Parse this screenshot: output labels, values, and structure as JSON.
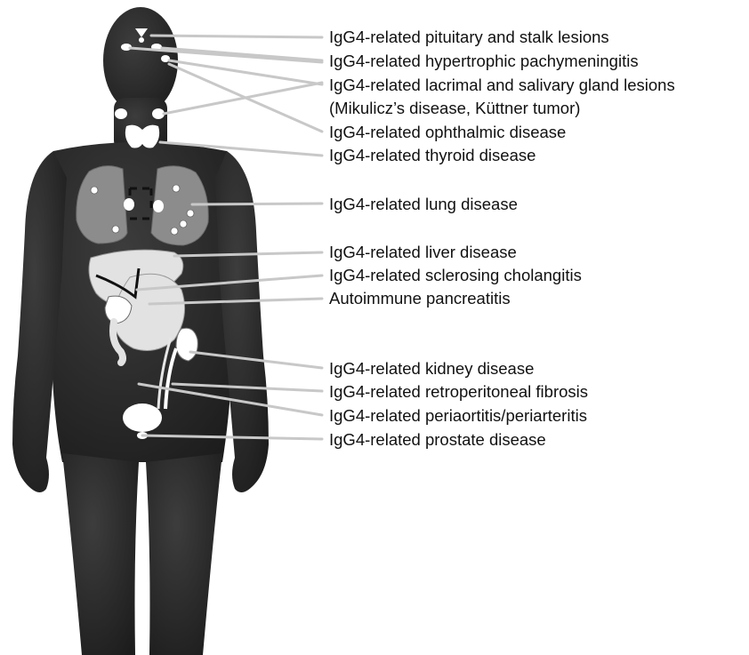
{
  "labels": [
    "IgG4-related pituitary and stalk lesions",
    "IgG4-related hypertrophic pachymeningitis",
    "IgG4-related lacrimal and salivary gland lesions",
    "(Mikulicz’s disease, Küttner tumor)",
    "IgG4-related ophthalmic disease",
    "IgG4-related thyroid disease",
    "IgG4-related lung disease",
    "IgG4-related liver disease",
    "IgG4-related sclerosing cholangitis",
    "Autoimmune pancreatitis",
    "IgG4-related kidney disease",
    "IgG4-related retroperitoneal fibrosis",
    "IgG4-related periaortitis/periarteritis",
    "IgG4-related prostate disease"
  ],
  "colors": {
    "body": "#262626",
    "body_highlight": "#3a3a3a",
    "organ_light": "#e2e2e2",
    "lung": "#8c8c8c",
    "lesion": "#ffffff",
    "leader_line": "#c8c8c8",
    "text": "#111111"
  }
}
